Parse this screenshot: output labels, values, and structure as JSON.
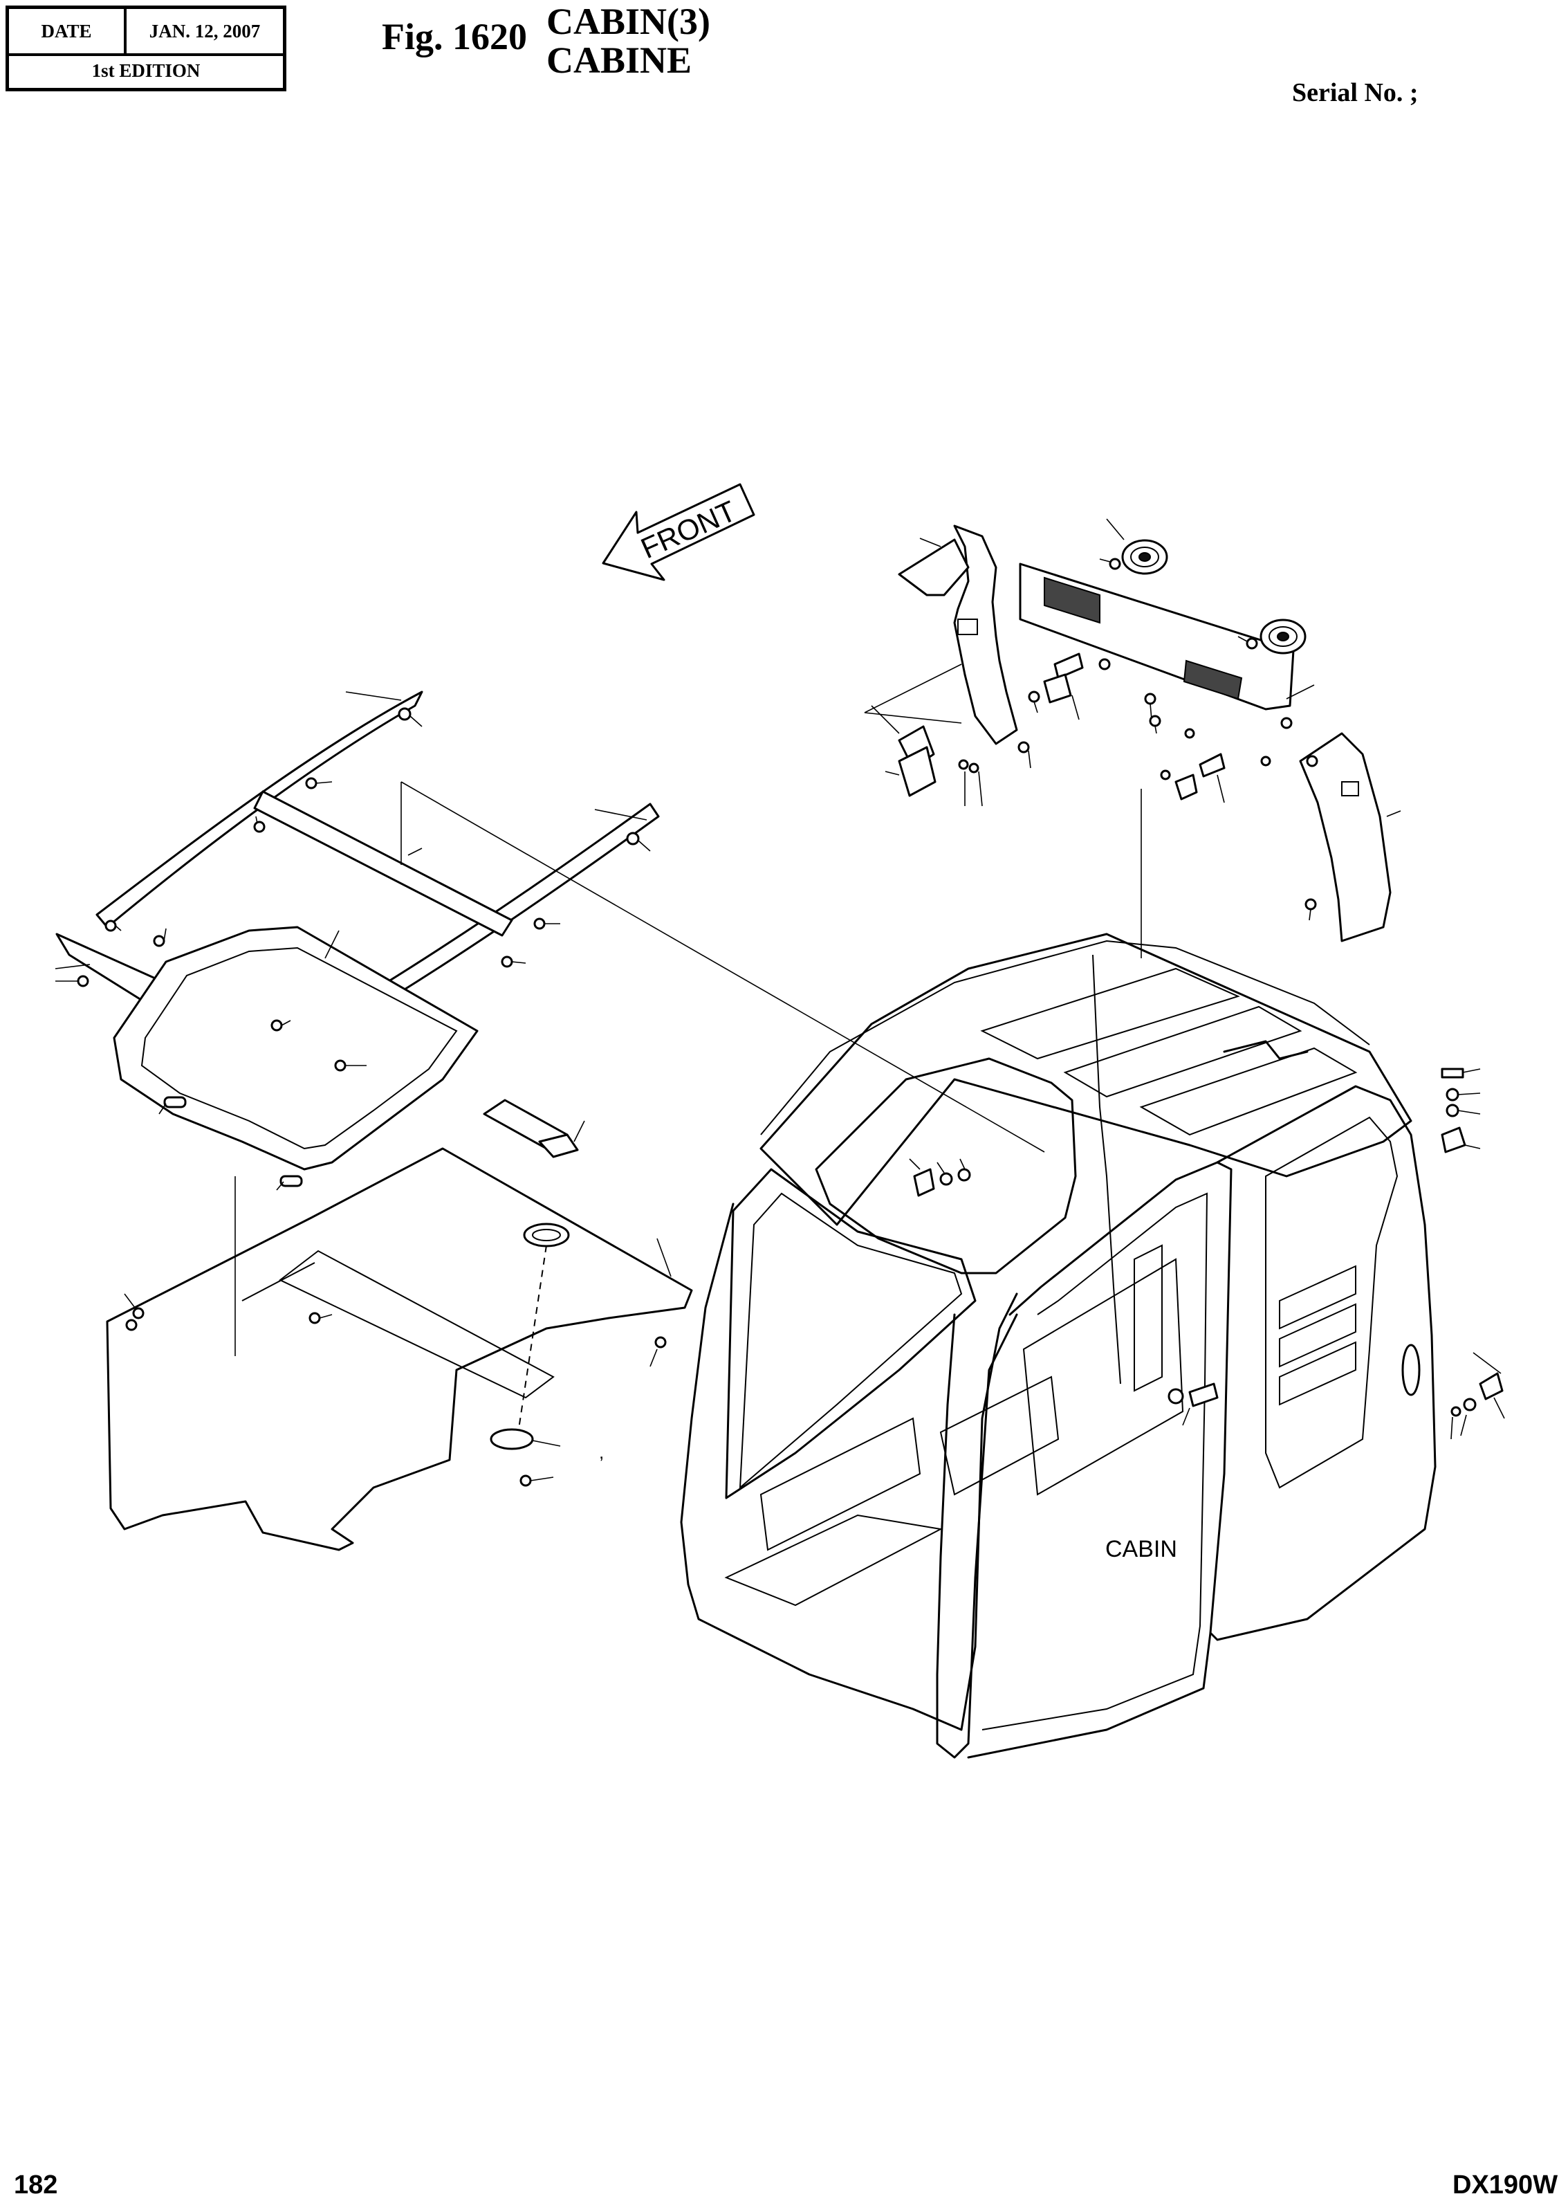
{
  "header": {
    "date_label": "DATE",
    "date_value": "JAN. 12, 2007",
    "edition": "1st EDITION",
    "figure_number": "Fig. 1620",
    "title_en": "CABIN(3)",
    "title_fr": "CABINE",
    "serial_label": "Serial No. ;"
  },
  "diagram": {
    "front_label": "FRONT",
    "cabin_label": "CABIN",
    "stray_mark": ","
  },
  "footer": {
    "page_number": "182",
    "model": "DX190W"
  }
}
